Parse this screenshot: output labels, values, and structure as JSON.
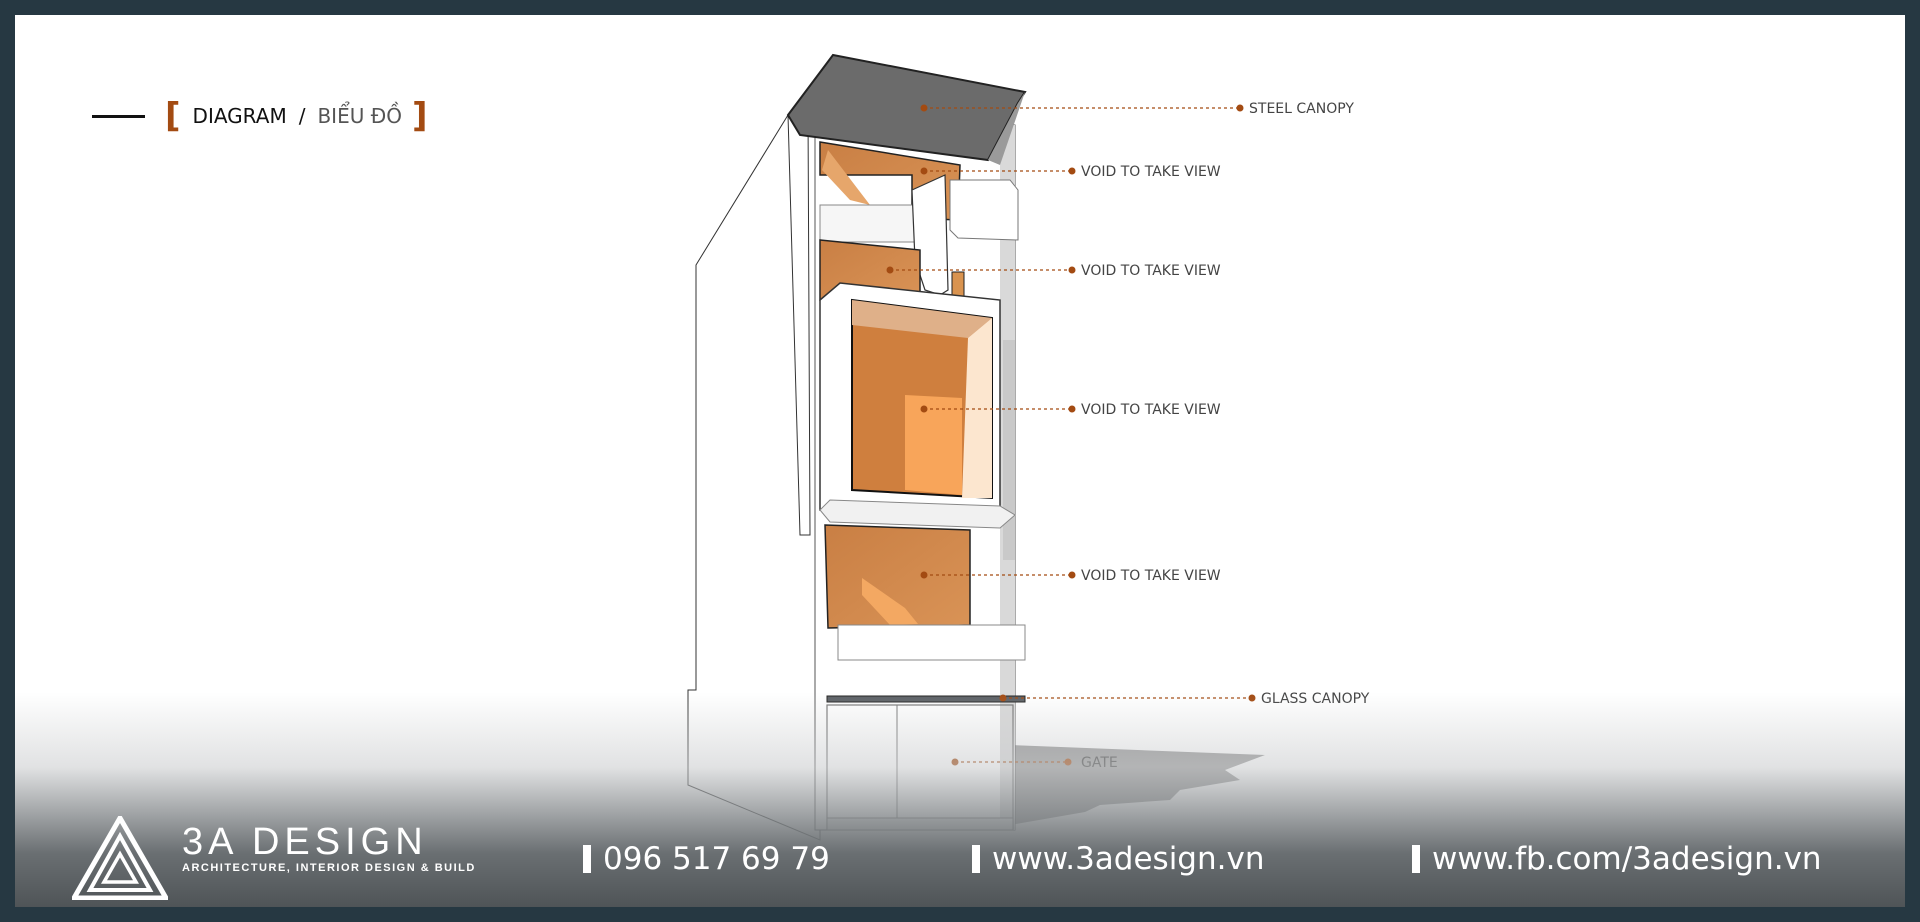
{
  "heading": {
    "title": "DIAGRAM",
    "divider": "/",
    "subtitle": "BIỂU ĐỒ",
    "open_bracket": "[",
    "close_bracket": "]",
    "accent_color": "#a34b12"
  },
  "callouts": [
    {
      "id": "steel-canopy",
      "label": "STEEL CANOPY"
    },
    {
      "id": "void-1",
      "label": "VOID TO TAKE VIEW"
    },
    {
      "id": "void-2",
      "label": "VOID TO TAKE VIEW"
    },
    {
      "id": "void-3",
      "label": "VOID TO TAKE VIEW"
    },
    {
      "id": "void-4",
      "label": "VOID TO TAKE VIEW"
    },
    {
      "id": "glass-canopy",
      "label": "GLASS CANOPY"
    },
    {
      "id": "gate",
      "label": "GATE"
    }
  ],
  "colors": {
    "leader": "#a34b12",
    "void_fill": "#cf8a4e",
    "void_light": "#f8a95a",
    "canopy": "#6b6b6b",
    "frame_bg": "#263842"
  },
  "footer": {
    "brand_name": "3A DESIGN",
    "brand_tagline": "ARCHITECTURE, INTERIOR DESIGN & BUILD",
    "phone": "096 517 69 79",
    "website": "www.3adesign.vn",
    "facebook": "www.fb.com/3adesign.vn"
  }
}
